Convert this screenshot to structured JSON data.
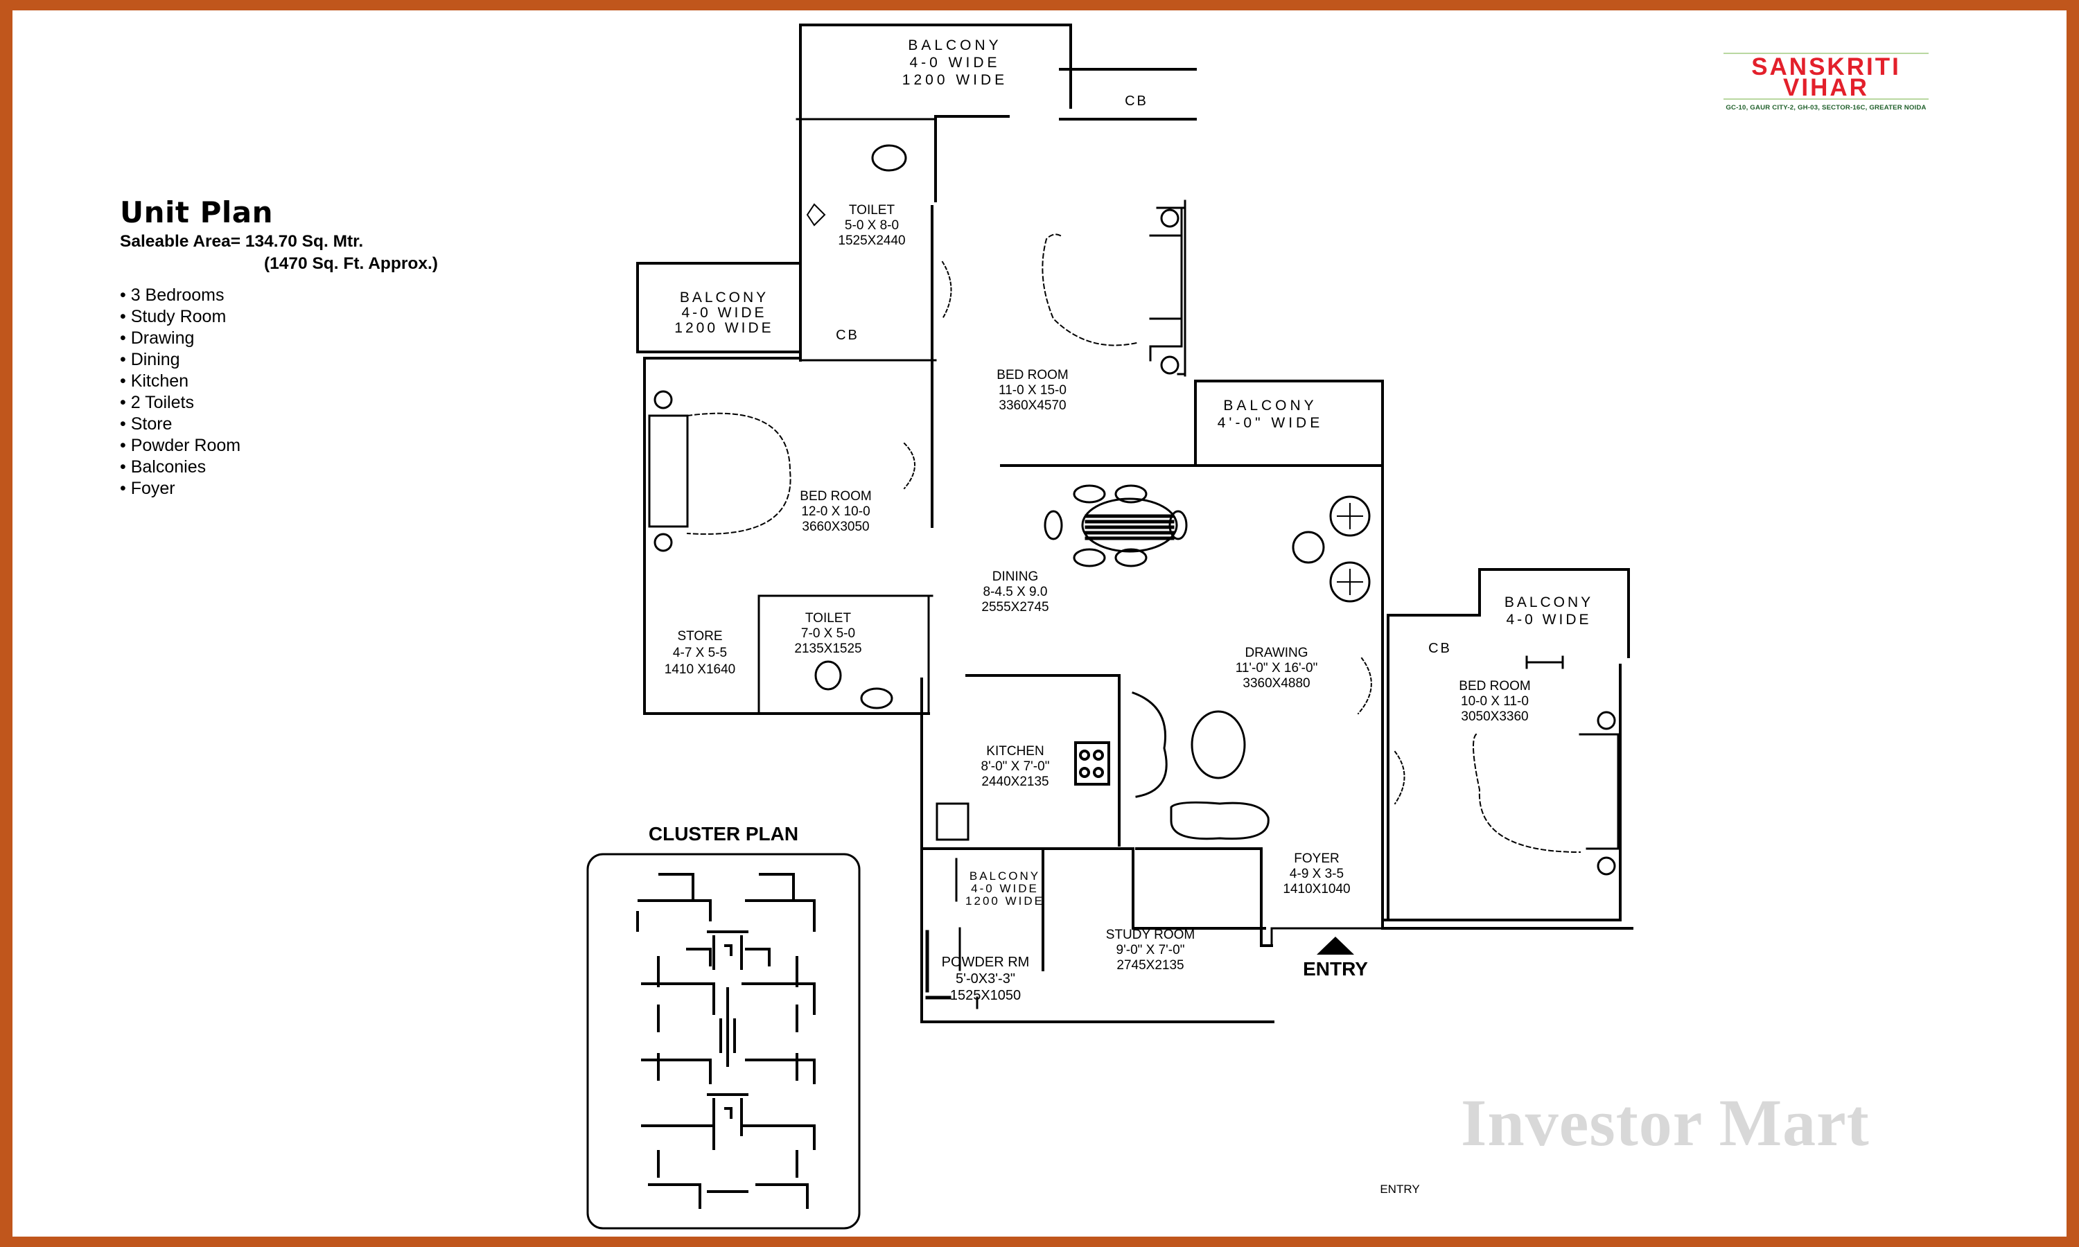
{
  "brand": {
    "name_line1": "SANSKRITI",
    "name_line2": "VIHAR",
    "address": "GC-10, GAUR CITY-2, GH-03, SECTOR-16C, GREATER NOIDA",
    "color_primary": "#e3202b",
    "color_secondary": "#1f5f2a"
  },
  "frame_color": "#c0561c",
  "unit_plan": {
    "title": "Unit Plan",
    "saleable_area": "Saleable Area= 134.70 Sq. Mtr.",
    "saleable_area_sqft": "(1470 Sq. Ft. Approx.)",
    "features": [
      "3 Bedrooms",
      "Study Room",
      "Drawing",
      "Dining",
      "Kitchen",
      "2 Toilets",
      "Store",
      "Powder Room",
      "Balconies",
      "Foyer"
    ]
  },
  "rooms": {
    "balcony_top": [
      "BALCONY",
      "4-0 WIDE",
      "1200 WIDE"
    ],
    "cb_top": "CB",
    "toilet1": [
      "TOILET",
      "5-0 X 8-0",
      "1525X2440"
    ],
    "balcony_left": [
      "BALCONY",
      "4-0 WIDE",
      "1200 WIDE"
    ],
    "cb_mid": "CB",
    "bedroom_top": [
      "BED ROOM",
      "11-0 X 15-0",
      "3360X4570"
    ],
    "balcony_right": [
      "BALCONY",
      "4'-0\" WIDE"
    ],
    "bedroom_left": [
      "BED ROOM",
      "12-0 X 10-0",
      "3660X3050"
    ],
    "dining": [
      "DINING",
      "8-4.5 X 9.0",
      "2555X2745"
    ],
    "store": [
      "STORE",
      "4-7 X 5-5",
      "1410 X1640"
    ],
    "toilet2": [
      "TOILET",
      "7-0 X 5-0",
      "2135X1525"
    ],
    "balcony_far_right": [
      "BALCONY",
      "4-0 WIDE"
    ],
    "cb_right": "CB",
    "drawing": [
      "DRAWING",
      "11'-0\" X 16'-0\"",
      "3360X4880"
    ],
    "bedroom_right": [
      "BED ROOM",
      "10-0 X 11-0",
      "3050X3360"
    ],
    "kitchen": [
      "KITCHEN",
      "8'-0\" X 7'-0\"",
      "2440X2135"
    ],
    "balcony_small": [
      "BALCONY",
      "4-0 WIDE",
      "1200 WIDE"
    ],
    "foyer": [
      "FOYER",
      "4-9 X 3-5",
      "1410X1040"
    ],
    "study": [
      "STUDY ROOM",
      "9'-0\" X 7'-0\"",
      "2745X2135"
    ],
    "powder": [
      "POWDER RM",
      "5'-0X3'-3\"",
      "1525X1050"
    ],
    "entry": "ENTRY"
  },
  "cluster": {
    "title": "CLUSTER PLAN",
    "entry_label": "ENTRY"
  },
  "watermark": "Investor Mart"
}
